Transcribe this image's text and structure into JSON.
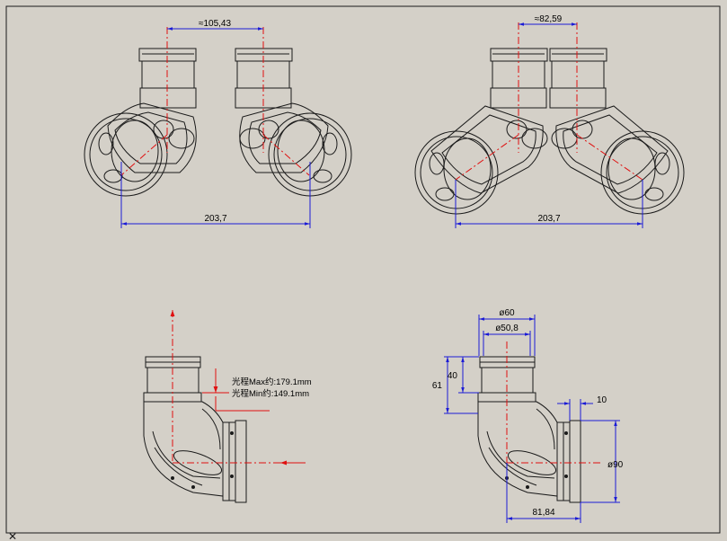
{
  "colors": {
    "sheet": "#d4d0c8",
    "outline": "#1a1a1a",
    "dimension": "#1b1bd6",
    "centerline": "#e01010"
  },
  "view_top_left": {
    "gap_label": "≈105,43",
    "span_label": "203,7"
  },
  "view_top_right": {
    "gap_label": "≈82,59",
    "span_label": "203,7"
  },
  "view_bottom_left": {
    "note_max": "光程Max约:179.1mm",
    "note_min": "光程Min约:149.1mm"
  },
  "view_bottom_right": {
    "d_outer": "ø60",
    "d_inner": "ø50,8",
    "h_collar": "40",
    "h_total": "61",
    "flange_thk": "10",
    "flange_dia": "ø90",
    "offset": "81,84"
  },
  "corner_mark": "✕"
}
